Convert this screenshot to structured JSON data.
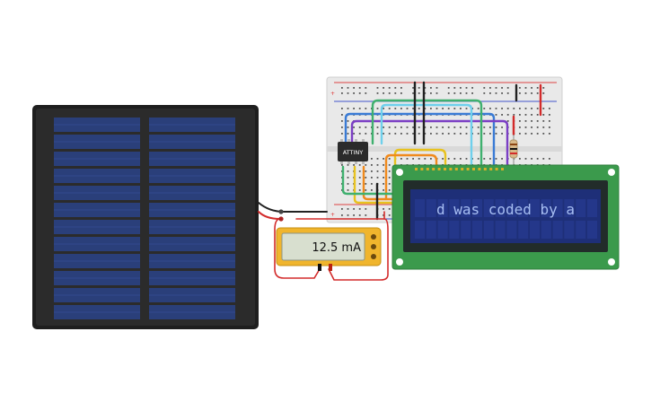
{
  "chip": {
    "label": "ATTINY"
  },
  "multimeter": {
    "reading": "12.5 mA"
  },
  "lcd": {
    "text": "d was coded by a"
  },
  "colors": {
    "solar_frame": "#1e1e1e",
    "solar_cell": "#2a3f7a",
    "breadboard": "#e9e9e9",
    "lcd_board": "#3b9a4c",
    "lcd_screen": "#1e2f78",
    "lcd_text": "#a6bdf2",
    "multimeter_body": "#f0b52d",
    "wire_red": "#d32b2b",
    "wire_black": "#222222"
  }
}
